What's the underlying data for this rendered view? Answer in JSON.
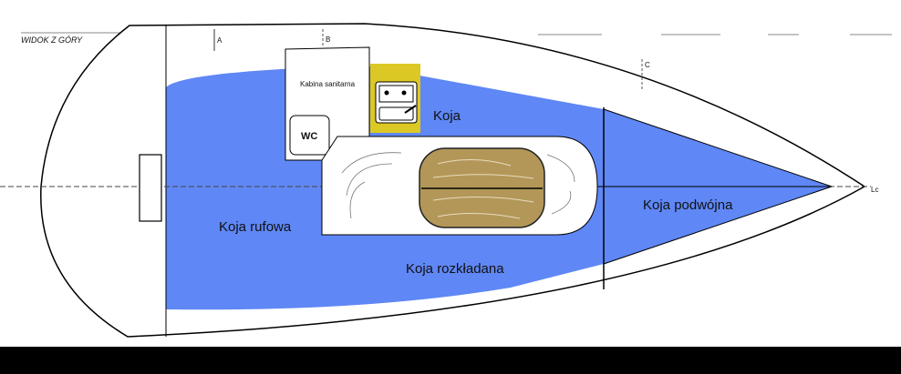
{
  "title": "WIDOK Z GÓRY",
  "section_marks": {
    "a": "A",
    "b": "B",
    "c": "C",
    "centerline": "Lc"
  },
  "areas": {
    "bathroom": "Kabina sanitarna",
    "wc": "WC",
    "galley_berth": "Koja",
    "aft_berth": "Koja rufowa",
    "convertible_berth": "Koja rozkładana",
    "double_berth": "Koja podwójna"
  },
  "colors": {
    "berth": "#5f87f5",
    "galley": "#dcc824",
    "table": "#b39758",
    "bottom_bar": "#000000"
  }
}
